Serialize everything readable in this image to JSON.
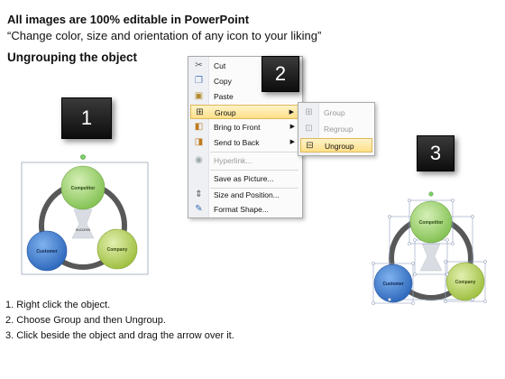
{
  "header": {
    "title": "All images are 100% editable in PowerPoint",
    "subtitle": "“Change color, size and orientation of any icon to your liking”",
    "section_title": "Ungrouping the object"
  },
  "badges": {
    "one": "1",
    "two": "2",
    "three": "3"
  },
  "diagram_left": {
    "top_label": "Competitor",
    "left_label": "Customer",
    "right_label": "Company",
    "center_label": "success"
  },
  "diagram_right": {
    "top_label": "Competitor",
    "left_label": "Customer",
    "right_label": "Company"
  },
  "context_menu": {
    "items": [
      {
        "label": "Cut",
        "icon": "scissors-icon"
      },
      {
        "label": "Copy",
        "icon": "copy-icon"
      },
      {
        "label": "Paste",
        "icon": "paste-icon"
      },
      {
        "label": "Group",
        "icon": "group-icon",
        "arrow": "▶"
      },
      {
        "label": "Bring to Front",
        "icon": "bring-front-icon",
        "arrow": "▶"
      },
      {
        "label": "Send to Back",
        "icon": "send-back-icon",
        "arrow": "▶"
      },
      {
        "label": "Hyperlink...",
        "icon": "hyperlink-icon"
      },
      {
        "label": "Save as Picture..."
      },
      {
        "label": "Size and Position...",
        "icon": "size-position-icon"
      },
      {
        "label": "Format Shape...",
        "icon": "format-shape-icon"
      }
    ]
  },
  "submenu": {
    "items": [
      {
        "label": "Group"
      },
      {
        "label": "Regroup"
      },
      {
        "label": "Ungroup"
      }
    ]
  },
  "colors": {
    "green": "#9ad36a",
    "blue": "#3d7fd6",
    "lime": "#b6d45a",
    "ring": "#555555",
    "highlight": "#fde08a"
  },
  "steps": [
    "1.   Right click the object.",
    "2.   Choose Group and then Ungroup.",
    "3.   Click beside the object and drag the arrow over it."
  ]
}
